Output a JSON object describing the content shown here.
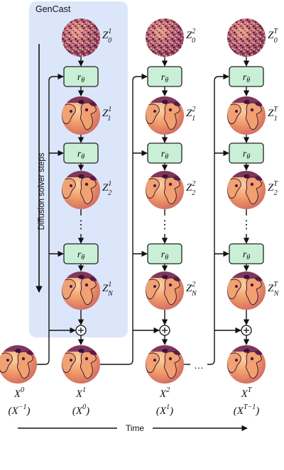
{
  "panel": {
    "title": "GenCast",
    "side_label": "Diffusion solver steps"
  },
  "block_label": "rθ",
  "time_label": "Time",
  "ellipsis_between_columns": "…",
  "input": {
    "label": "X",
    "label_sup": "0",
    "sub_label": "(X",
    "sub_label_sup": "−1",
    "sub_label_close": ")"
  },
  "columns": [
    {
      "latents": [
        {
          "base": "Z",
          "sub": "0",
          "sup": "1"
        },
        {
          "base": "Z",
          "sub": "1",
          "sup": "1"
        },
        {
          "base": "Z",
          "sub": "2",
          "sup": "1"
        },
        {
          "base": "Z",
          "sub": "N",
          "sup": "1"
        }
      ],
      "output": {
        "label": "X",
        "label_sup": "1",
        "sub_label": "(X",
        "sub_label_sup": "0",
        "sub_label_close": ")"
      }
    },
    {
      "latents": [
        {
          "base": "Z",
          "sub": "0",
          "sup": "2"
        },
        {
          "base": "Z",
          "sub": "1",
          "sup": "2"
        },
        {
          "base": "Z",
          "sub": "2",
          "sup": "2"
        },
        {
          "base": "Z",
          "sub": "N",
          "sup": "2"
        }
      ],
      "output": {
        "label": "X",
        "label_sup": "2",
        "sub_label": "(X",
        "sub_label_sup": "1",
        "sub_label_close": ")"
      }
    },
    {
      "latents": [
        {
          "base": "Z",
          "sub": "0",
          "sup": "T"
        },
        {
          "base": "Z",
          "sub": "1",
          "sup": "T"
        },
        {
          "base": "Z",
          "sub": "2",
          "sup": "T"
        },
        {
          "base": "Z",
          "sub": "N",
          "sup": "T"
        }
      ],
      "output": {
        "label": "X",
        "label_sup": "T",
        "sub_label": "(X",
        "sub_label_sup": "T−1",
        "sub_label_close": ")"
      }
    }
  ],
  "colors": {
    "panel_fill": "#dce6fb",
    "block_fill": "#c9f0d6",
    "block_stroke": "#222222",
    "line": "#111111",
    "globe_ocean": "#f0a070",
    "globe_land": "#5a1f4a",
    "noise_dark": "#4a1a45",
    "noise_mid": "#c05a6a",
    "noise_light": "#f2b07a"
  }
}
